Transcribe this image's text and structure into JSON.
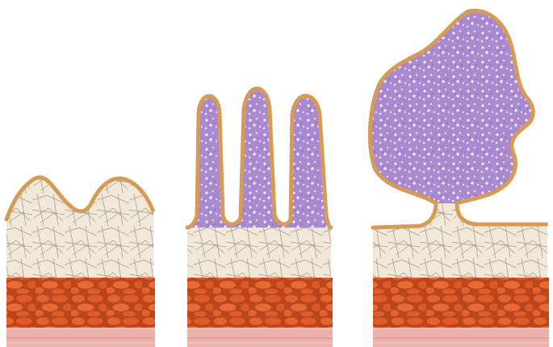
{
  "figure": {
    "panels": [
      {
        "id": "panel-1",
        "form": "low-rounded-elevations"
      },
      {
        "id": "panel-2",
        "form": "three-finger-like-projections"
      },
      {
        "id": "panel-3",
        "form": "large-lobulated-mass-on-narrow-stalk"
      }
    ],
    "layers": [
      {
        "name": "surface-epithelium",
        "color": "#d9a25a"
      },
      {
        "name": "purple-core-tissue",
        "color": "#a98ccf"
      },
      {
        "name": "fibrous-connective-tissue",
        "color": "#efe6d6"
      },
      {
        "name": "muscle-cell-layer",
        "color": "#d95a2a"
      },
      {
        "name": "pink-base-layer",
        "color": "#e8a2a0"
      }
    ]
  }
}
